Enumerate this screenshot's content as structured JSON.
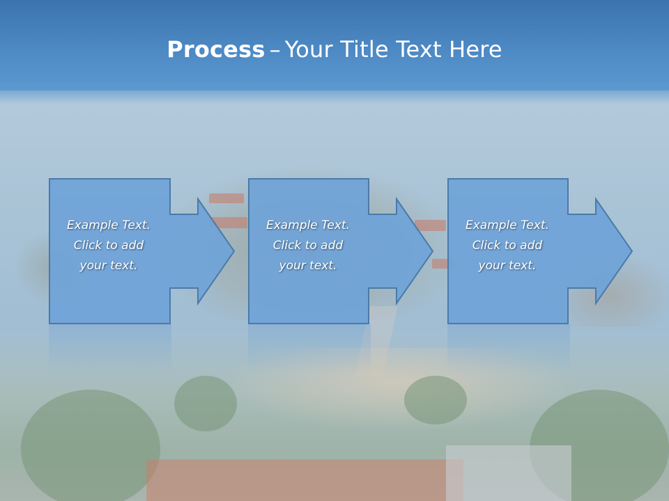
{
  "title": {
    "bold": "Process",
    "separator": "–",
    "rest": "Your Title Text Here"
  },
  "steps": [
    {
      "line1": "Example Text.",
      "line2": "Click  to add",
      "line3": "your text."
    },
    {
      "line1": "Example Text.",
      "line2": "Click  to add",
      "line3": "your text."
    },
    {
      "line1": "Example Text.",
      "line2": "Click  to add",
      "line3": "your text."
    }
  ],
  "colors": {
    "box_fill": "#6fa3d8",
    "box_border": "#4a7aa9",
    "sky": "#3b74ad"
  },
  "icons": [
    "right-arrow-icon"
  ]
}
